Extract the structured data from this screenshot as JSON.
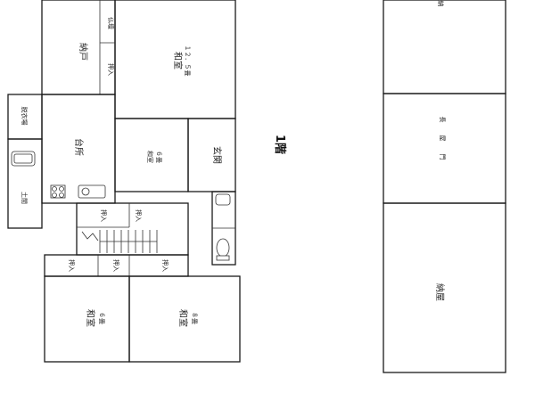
{
  "plan": {
    "floor_label": "1階",
    "rooms": {
      "nando_main": "納戸",
      "washitsu_12_5": "和室",
      "washitsu_12_5_size": "１２．５畳",
      "kitchen": "台所",
      "washitsu_6_mid": "和室",
      "washitsu_6_mid_size": "６畳",
      "genkan": "玄関",
      "doma": "土間",
      "datsuiba": "脱衣場",
      "butsuma": "仏壇",
      "washitsu_6_bottom": "和室",
      "washitsu_6_bottom_size": "６畳",
      "washitsu_8": "和室",
      "washitsu_8_size": "８畳",
      "nagayamon": "長屋門",
      "naya": "納屋",
      "outbuilding_top": "納"
    },
    "closets": {
      "oshiire_upper": "押入",
      "oshiire_stair_1": "押入",
      "oshiire_stair_2": "押入",
      "oshiire_bottom_left": "押入",
      "oshiire_bottom_mid": "押入",
      "oshiire_bottom_right": "押入"
    }
  }
}
